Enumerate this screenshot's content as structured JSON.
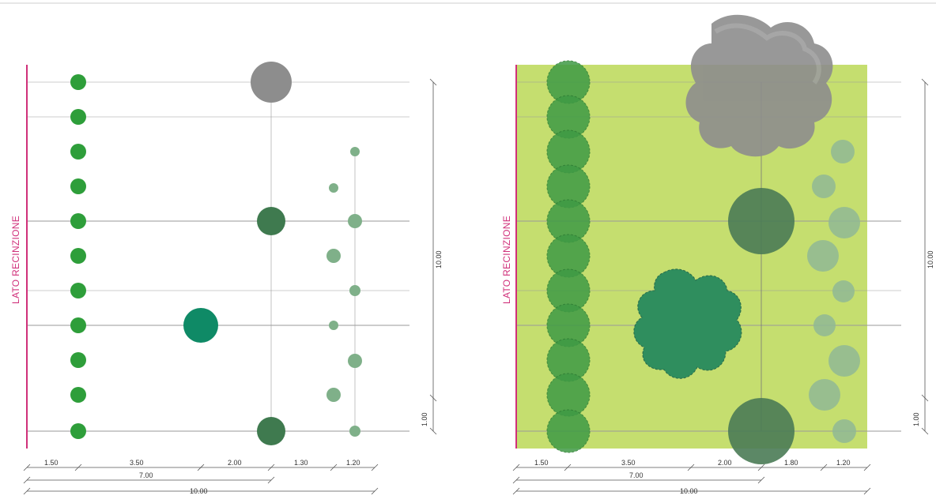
{
  "side_label": "LATO RECINZIONE",
  "colors": {
    "fence": "#d0307a",
    "hedge": "#2e9e3a",
    "grey_tree": "#8d8d8d",
    "dark_tree": "#3f7a4f",
    "teal_tree": "#0f8a66",
    "small_shrub": "#7fb089",
    "lawn": "#c5de6f",
    "guide_line": "#9a9a9a"
  },
  "left_plan": {
    "name": "schematic",
    "bottom_dims": [
      "1.50",
      "3.50",
      "2.00",
      "1.30",
      "1.20"
    ],
    "subtotal_dim": "7.00",
    "total_dim": "10.00",
    "vertical_dim": "10.00",
    "vertical_small_dim": "1.00"
  },
  "right_plan": {
    "name": "rendered",
    "bottom_dims": [
      "1.50",
      "3.50",
      "2.00",
      "1.80",
      "1.20"
    ],
    "subtotal_dim": "7.00",
    "total_dim": "10.00",
    "vertical_dim": "10.00",
    "vertical_small_dim": "1.00"
  }
}
